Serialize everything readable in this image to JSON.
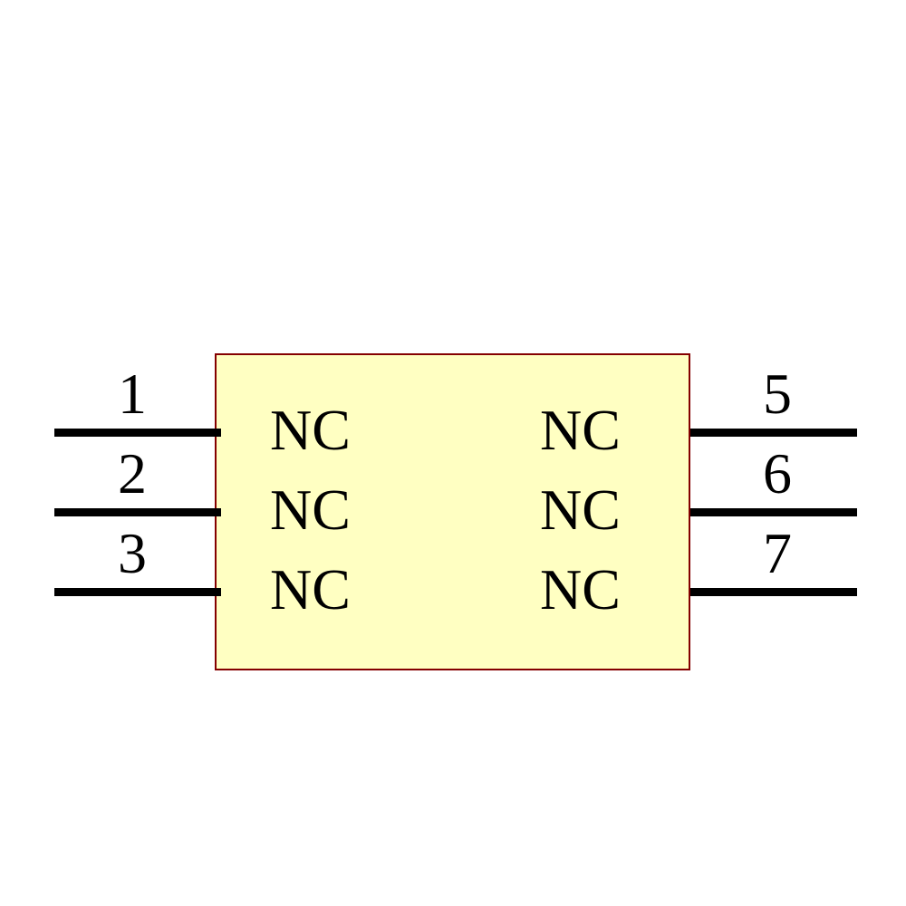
{
  "canvas": {
    "background": "#ffffff"
  },
  "symbol": {
    "fill": "#ffffc2",
    "border": "#840000",
    "pin_color": "#000000",
    "pins": {
      "left": [
        {
          "number": "1",
          "label": "NC"
        },
        {
          "number": "2",
          "label": "NC"
        },
        {
          "number": "3",
          "label": "NC"
        }
      ],
      "right": [
        {
          "number": "5",
          "label": "NC"
        },
        {
          "number": "6",
          "label": "NC"
        },
        {
          "number": "7",
          "label": "NC"
        }
      ]
    }
  }
}
